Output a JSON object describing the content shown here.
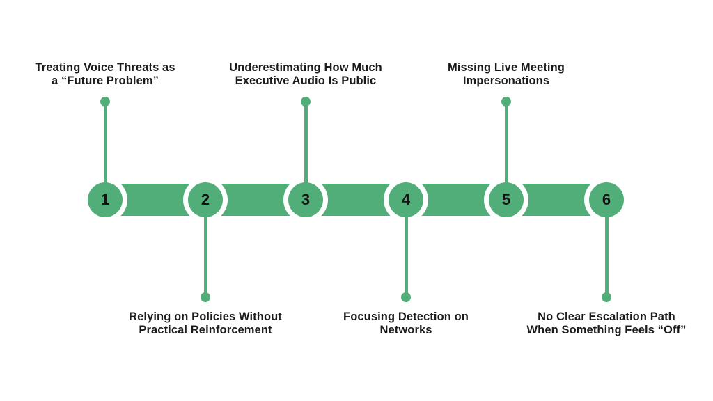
{
  "page": {
    "background_color": "#ffffff",
    "accent_color": "#52ae79",
    "text_color": "#1b1b1b",
    "number_color": "#141414"
  },
  "timeline": {
    "type": "horizontal-step-timeline",
    "step_count": 6,
    "items": [
      {
        "number": "1",
        "label": "Treating Voice Threats as\na “Future Problem”",
        "label_position": "top"
      },
      {
        "number": "2",
        "label": "Relying on Policies Without\nPractical Reinforcement",
        "label_position": "bottom"
      },
      {
        "number": "3",
        "label": "Underestimating How Much\nExecutive Audio Is Public",
        "label_position": "top"
      },
      {
        "number": "4",
        "label": "Focusing Detection on\nNetworks",
        "label_position": "bottom"
      },
      {
        "number": "5",
        "label": "Missing Live Meeting\nImpersonations",
        "label_position": "top"
      },
      {
        "number": "6",
        "label": "No Clear Escalation Path\nWhen Something Feels “Off”",
        "label_position": "bottom"
      }
    ]
  }
}
